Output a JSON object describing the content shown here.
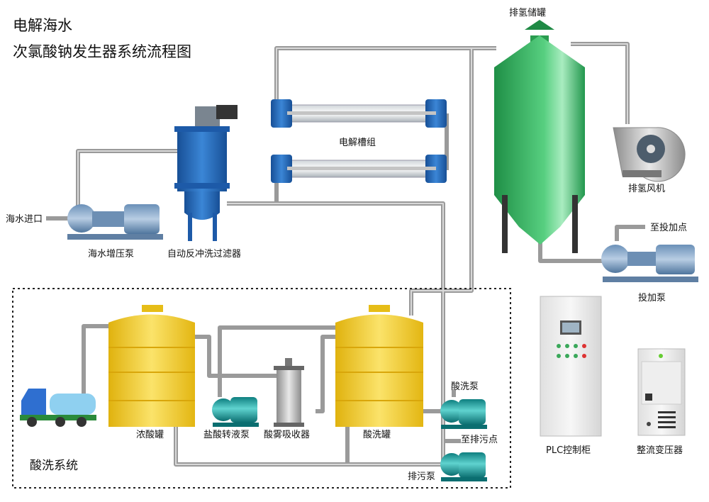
{
  "title": {
    "line1": "电解海水",
    "line2": "次氯酸钠发生器系统流程图"
  },
  "labels": {
    "hydrogen_tank": "排氢储罐",
    "electrolyzer": "电解槽组",
    "hydrogen_fan": "排氢风机",
    "to_dosing_point": "至投加点",
    "dosing_pump": "投加泵",
    "seawater_inlet": "海水进口",
    "booster_pump": "海水增压泵",
    "filter": "自动反冲洗过滤器",
    "conc_acid_tank": "浓酸罐",
    "acid_transfer_pump": "盐酸转液泵",
    "acid_mist_absorber": "酸雾吸收器",
    "acid_wash_tank": "酸洗罐",
    "acid_wash_pump": "酸洗泵",
    "to_drain_point": "至排污点",
    "drain_pump": "排污泵",
    "acid_wash_system": "酸洗系统",
    "plc_cabinet": "PLC控制柜",
    "rectifier": "整流变压器"
  },
  "colors": {
    "pipe": "#9a9a9a",
    "tank_green": "#2eab5a",
    "tank_yellow": "#f2c81e",
    "pump_blue": "#2f6fb5",
    "pump_teal": "#1aa3a3"
  }
}
